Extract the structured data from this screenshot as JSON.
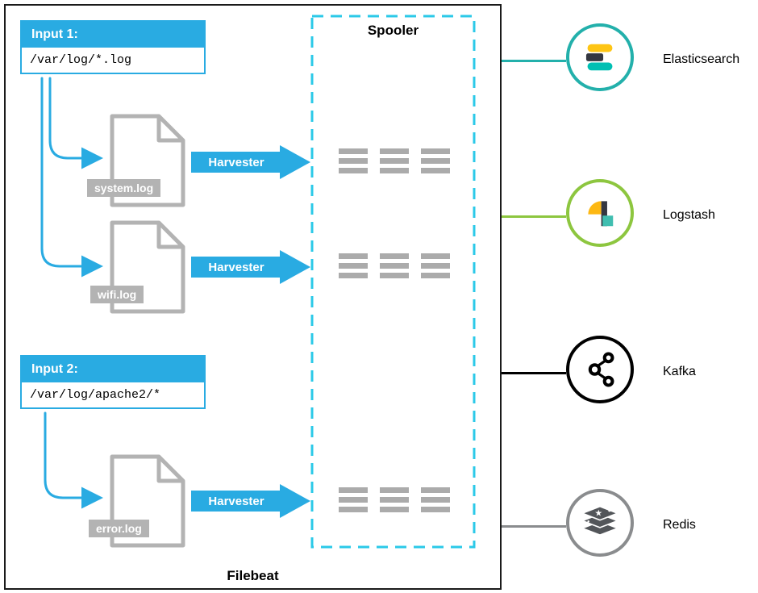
{
  "filebeat": {
    "label": "Filebeat"
  },
  "spooler": {
    "label": "Spooler"
  },
  "harvester": {
    "label": "Harvester"
  },
  "inputs": [
    {
      "label": "Input 1:",
      "path": "/var/log/*.log"
    },
    {
      "label": "Input 2:",
      "path": "/var/log/apache2/*"
    }
  ],
  "files": [
    {
      "name": "system.log"
    },
    {
      "name": "wifi.log"
    },
    {
      "name": "error.log"
    }
  ],
  "outputs": [
    {
      "name": "Elasticsearch",
      "color": "#23B0AB"
    },
    {
      "name": "Logstash",
      "color": "#8DC63F"
    },
    {
      "name": "Kafka",
      "color": "#000000"
    },
    {
      "name": "Redis",
      "color": "#8A8C8E"
    }
  ],
  "colors": {
    "accent_blue": "#29ABE2",
    "spooler_cyan": "#2BC9E8",
    "file_gray": "#B3B3B3",
    "bar_gray": "#ABABAB",
    "elastic_yellow": "#FEC514",
    "elastic_dark": "#343741",
    "elastic_teal": "#00BFB3"
  }
}
